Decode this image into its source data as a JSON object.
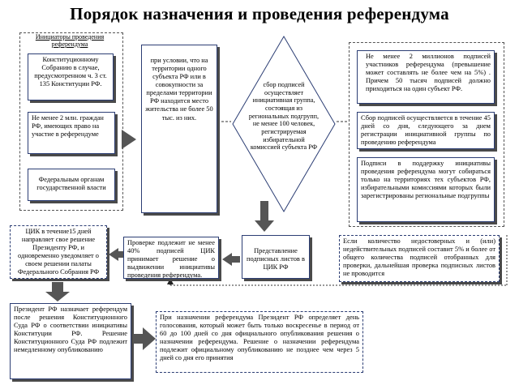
{
  "title": "Порядок назначения и проведения референдума",
  "initiators": {
    "header": "Инициаторы проведения референдума",
    "items": [
      "Конституционному Собранию в случае, предусмотренном ч. 3 ст. 135 Конституции РФ.",
      "Не менее 2 млн. граждан РФ, имеющих право на участие в референдуме",
      "Федеральным органам государственной власти"
    ]
  },
  "condition": "при условии, что на территории одного субъекта РФ или в совокупности за пределами территории РФ находится место жительства не более 50 тыс. из них.",
  "diamond": "сбор подписей осуществляет инициативная группа, состоящая из региональных подгрупп, не менее 100 человек, регистрируемая избирательной комиссией субъекта РФ",
  "right_panel": {
    "top": "Не менее 2 миллионов подписей участников референдума (превышение может составлять не более чем на 5%) . Причем 50 тысяч подписей должно приходиться на один субъект РФ.",
    "middle": "Сбор подписей осуществляется в течение 45 дней со дня, следующего за днем регистрации инициативной группы по проведению референдума",
    "bottom": "Подписи в поддержку инициативы проведения референдума могут собираться только на территориях тех субъектов РФ, избирательными комиссиями которых были зарегистрированы региональные подгруппы"
  },
  "cik_box": "ЦИК в течение15 дней направляет свое решение Президенту РФ, и одновременно уведомляет о своем решении палаты Федерального Собрания РФ",
  "check_box": "Проверке подлежит не менее 40% подписей ЦИК принимает решение о выдвижении инициативы проведения референдума.",
  "submission_box": "Представление подписных листов в ЦИК РФ",
  "invalid_box": "Если количество недостоверных и (или) недействительных подписей составит 5% и более от общего количества подписей отобранных для проверки, дальнейшая проверка подписных листов не проводится",
  "president_box": "Президент РФ назначает референдум после решения Конституционного Суда РФ о соответствии инициативы Конституции РФ. Решение Конституционного Суда РФ подлежит немедленному опубликованию",
  "final_box": "При назначении референдума Президент РФ определяет день голосования, который может быть только воскресенье в период от 60 до 100 дней со дня официального опубликования решения о назначении референдума. Решение о назначении референдума подлежит официальному опубликованию не позднее чем через 5 дней со дня его принятия"
}
